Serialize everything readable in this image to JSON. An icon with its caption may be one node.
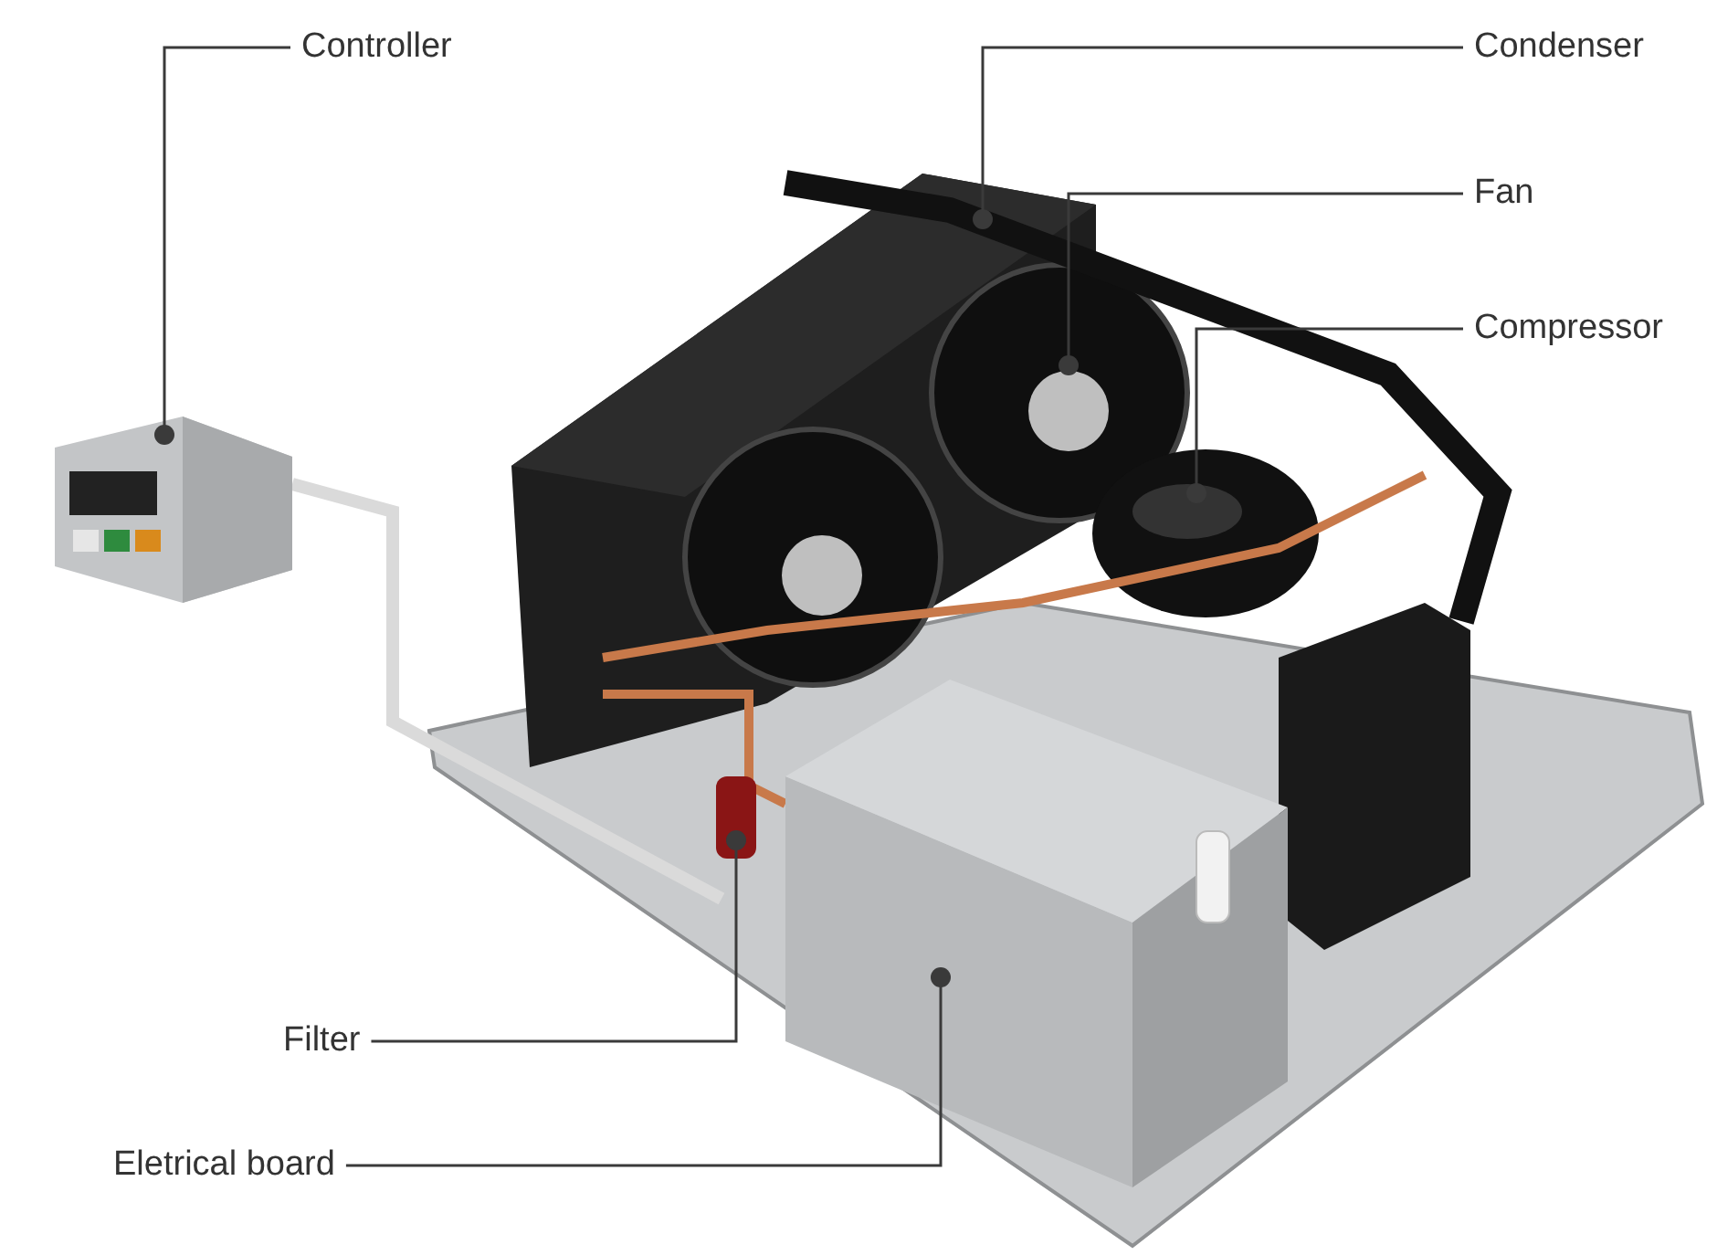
{
  "diagram": {
    "nodes": [
      {
        "text": [
          "Controller"
        ]
      },
      {
        "text": [
          "Condenser"
        ]
      },
      {
        "text": [
          "Fan"
        ]
      },
      {
        "text": [
          "Compressor"
        ]
      },
      {
        "text": [
          "Filter"
        ]
      },
      {
        "text": [
          "Eletrical board"
        ]
      }
    ],
    "edges": [
      {
        "from": 0,
        "to": null,
        "arrow": "other"
      },
      {
        "from": 1,
        "to": null,
        "arrow": "other"
      },
      {
        "from": 2,
        "to": null,
        "arrow": "other"
      },
      {
        "from": 3,
        "to": null,
        "arrow": "other"
      },
      {
        "from": 4,
        "to": null,
        "arrow": "other"
      },
      {
        "from": 5,
        "to": null,
        "arrow": "other"
      }
    ]
  }
}
